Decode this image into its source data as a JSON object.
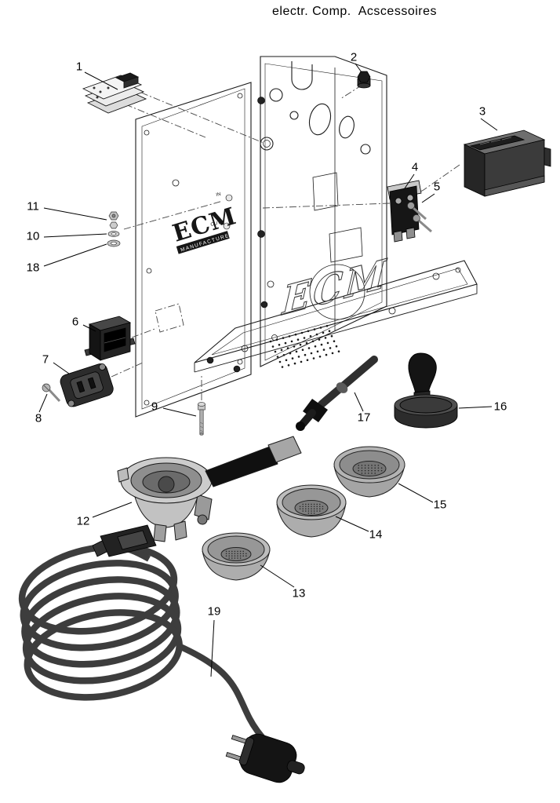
{
  "title": "electr. Comp.  Acscessoires",
  "branding": {
    "logo": "ECM",
    "logo_sub": "MANUFACTURE",
    "base_logo": "ECM",
    "fitting_in": "IN",
    "fitting_out": "OUT"
  },
  "callouts": [
    "1",
    "2",
    "3",
    "4",
    "5",
    "6",
    "7",
    "8",
    "9",
    "10",
    "11",
    "12",
    "13",
    "14",
    "15",
    "16",
    "17",
    "18",
    "19"
  ]
}
